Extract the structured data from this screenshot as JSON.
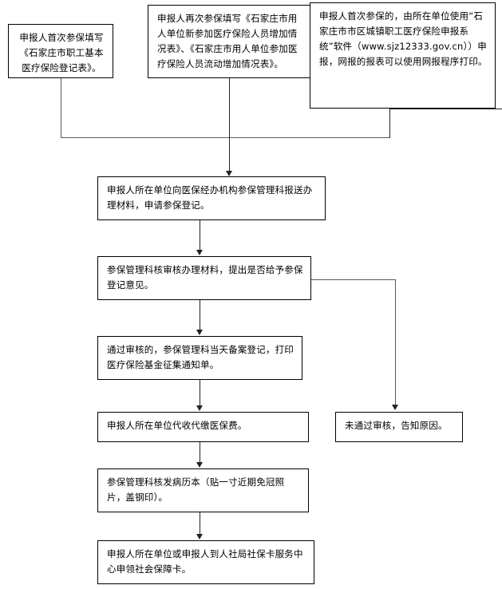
{
  "document": {
    "title": "参保登记办理流程图",
    "language": "zh-CN"
  },
  "theme": {
    "background": "#ffffff",
    "box_border": "#000000",
    "text": "#000000",
    "connector": "#595959",
    "arrow": "#222222"
  },
  "top_boxes": [
    {
      "id": "first-time-form",
      "text": "申报人首次参保填写《石家庄市职工基本医疗保险登记表》。"
    },
    {
      "id": "repeat-insurance-forms",
      "text": "申报人再次参保填写《石家庄市用人单位新参加医疗保险人员增加情况表》、《石家庄市用人单位参加医疗保险人员流动增加情况表》。"
    },
    {
      "id": "online-declaration-system",
      "text": "申报人首次参保的，由所在单位使用“石家庄市市区城镇职工医疗保险申报系统”软件（www.sjz12333.gov.cn））申报，网报的报表可以使用网报程序打印。"
    }
  ],
  "flow_steps": [
    {
      "id": "submit-materials",
      "text": "申报人所在单位向医保经办机构参保管理科报送办理材料，申请参保登记。"
    },
    {
      "id": "review-materials",
      "text": "参保管理科核审核办理材料，提出是否给予参保登记意见。"
    },
    {
      "id": "approved-register",
      "text": "通过审核的，参保管理科当天备案登记，打印医疗保险基金征集通知单。"
    },
    {
      "id": "collect-premium",
      "text": "申报人所在单位代收代缴医保费。"
    },
    {
      "id": "issue-medical-record",
      "text": "参保管理科核发病历本（贴一寸近期免冠照片，盖钢印）。"
    },
    {
      "id": "receive-social-card",
      "text": "申报人所在单位或申报人到人社局社保卡服务中心申领社会保障卡。"
    }
  ],
  "branch": {
    "id": "rejected",
    "text": "未通过审核，告知原因。"
  }
}
